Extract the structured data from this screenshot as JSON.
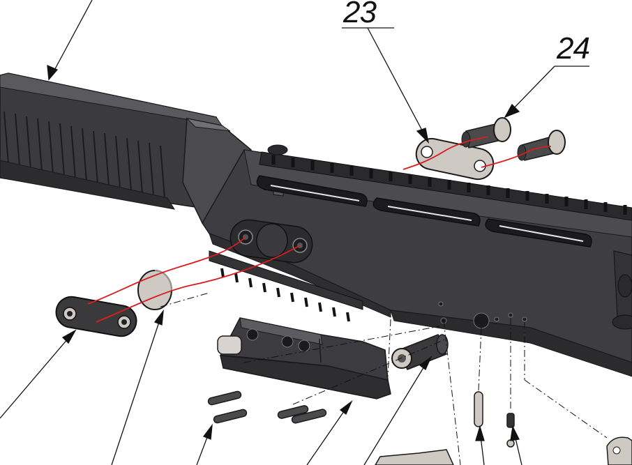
{
  "callouts": [
    {
      "id": "callout-23",
      "number": "23"
    },
    {
      "id": "callout-24",
      "number": "24"
    }
  ],
  "colors": {
    "body_dark": "#3a3a3c",
    "body_mid": "#4a4a4d",
    "body_light": "#6b6b6f",
    "edge": "#1a1a1a",
    "metal_light": "#cfcac5",
    "assembly_path": "#d81e1e",
    "leader": "#111111"
  }
}
